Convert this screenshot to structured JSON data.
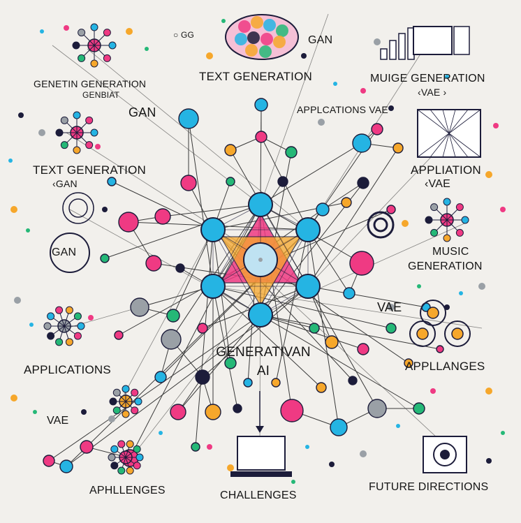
{
  "labels": {
    "gan_top": "GAN",
    "text_generation_top": "TEXT GENERATION",
    "genetin_generation": "GENETIN GENERATION",
    "genbiat": "GENBIAT",
    "gan_left": "GAN",
    "applcations_vae": "APPLCATIONS VAE",
    "muige_generation": "MUIGE GENERATION",
    "vae_topright": "‹VAE ›",
    "text_generation_left": "TEXT GENERATION",
    "gan_left2": "‹GAN",
    "appliation": "APPLIATION",
    "vae_right": "‹VAE",
    "gan_circle": "GAN",
    "music_generation_1": "MUSIC",
    "music_generation_2": "GENERATION",
    "vae_mid_right": "VAE",
    "center_1": "GENERATIVAN",
    "center_2": "AI",
    "applications_left": "APPLICATIONS",
    "applanges": "APPLLANGES",
    "vae_left": "VAE",
    "aphllenges": "APHLLENGES",
    "challenges": "CHALLENGES",
    "future_directions": "FUTURE DIRECTIONS",
    "small_top": "○ GG"
  },
  "colors": {
    "blue": "#25b4e3",
    "pink": "#ef3a83",
    "orange": "#f6a72b",
    "green": "#25b877",
    "navy": "#1c1c3a",
    "gray": "#9aa0a6",
    "line": "#3a3a3a",
    "background": "#f2f0ec"
  }
}
